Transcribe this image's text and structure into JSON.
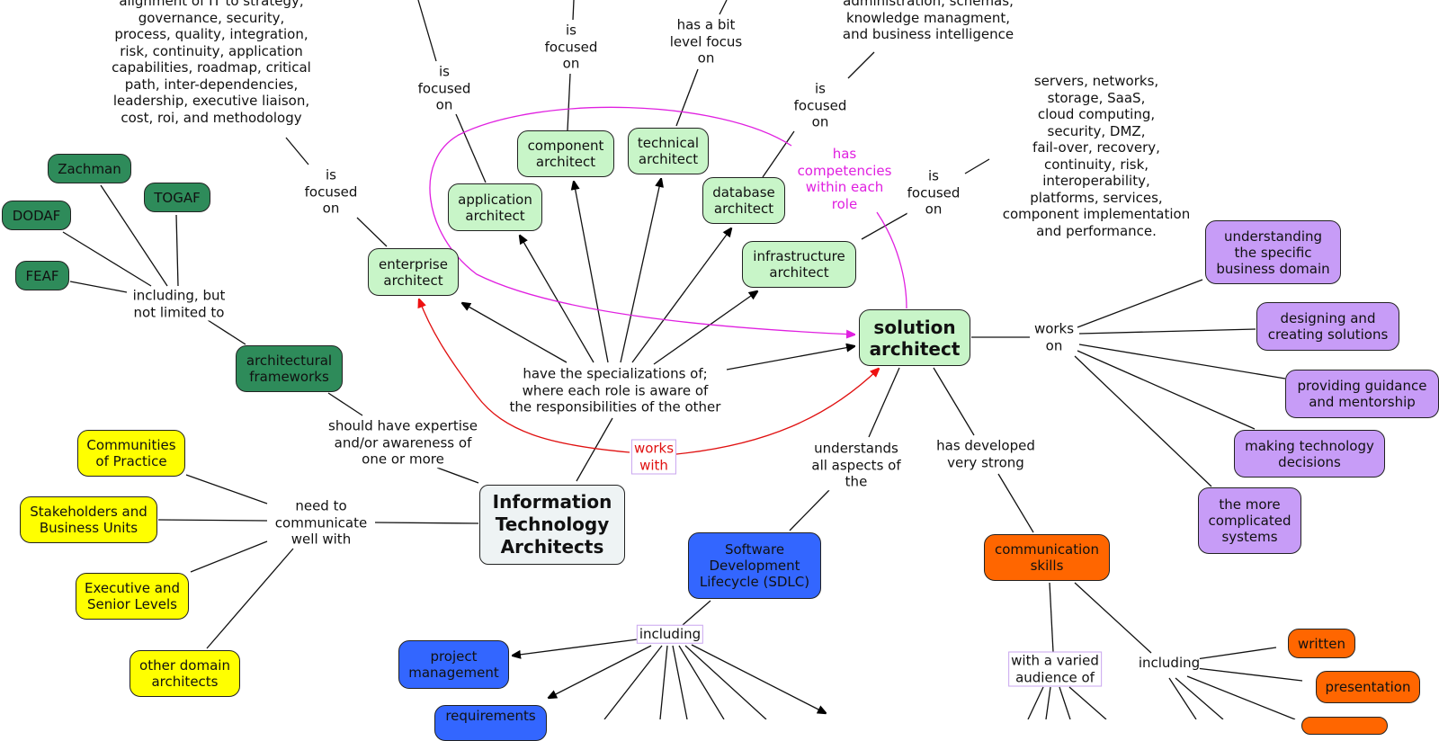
{
  "title": "Information Technology Architects concept map",
  "colors": {
    "specialist_node": "#c8f5c8",
    "framework_node": "#2e8b5a",
    "stakeholder_node": "#ffff00",
    "work_node": "#c79cf7",
    "sdlc_node": "#3366ff",
    "communication_node": "#ff6600",
    "root_node": "#eef3f4",
    "competency_link": "#e020e0",
    "works_with_link": "#e01010"
  },
  "root": {
    "label": "Information\nTechnology\nArchitects"
  },
  "architects": {
    "enterprise": "enterprise\narchitect",
    "application": "application\narchitect",
    "component": "component\narchitect",
    "technical": "technical\narchitect",
    "database": "database\narchitect",
    "infrastructure": "infrastructure\narchitect",
    "solution": "solution\narchitect"
  },
  "focus_texts": {
    "enterprise": "alignment of IT to strategy,\ngovernance, security,\nprocess, quality, integration,\nrisk, continuity, application\ncapabilities, roadmap, critical\npath, inter-dependencies,\nleadership, executive liaison,\ncost, roi, and methodology",
    "database": "administration, schemas,\nknowledge managment,\nand business intelligence",
    "infrastructure": "servers, networks,\nstorage, SaaS,\ncloud computing,\nsecurity, DMZ,\nfail-over, recovery,\ncontinuity, risk,\ninteroperability,\nplatforms, services,\ncomponent implementation\nand performance."
  },
  "link_labels": {
    "is_focused_on": "is\nfocused\non",
    "bit_level": "has a bit\nlevel focus\non",
    "specializations": "have the specializations of;\nwhere each role is aware of\nthe responsibilities of the other",
    "competencies": "has\ncompetencies\nwithin each\nrole",
    "works_with": "works\nwith",
    "works_on": "works\non",
    "understands": "understands\nall aspects of\nthe",
    "developed": "has developed\nvery strong",
    "expertise": "should have expertise\nand/or awareness of\none or more",
    "including_frameworks": "including, but\nnot limited to",
    "communicate": "need to\ncommunicate\nwell with",
    "sdlc_including": "including",
    "varied_audience": "with a varied\naudience of",
    "comm_including": "including"
  },
  "frameworks": {
    "parent": "architectural\nframeworks",
    "items": [
      "Zachman",
      "TOGAF",
      "DODAF",
      "FEAF"
    ]
  },
  "stakeholders": [
    "Communities\nof Practice",
    "Stakeholders and\nBusiness Units",
    "Executive and\nSenior Levels",
    "other domain\narchitects"
  ],
  "solution_work": [
    "understanding\nthe specific\nbusiness domain",
    "designing and\ncreating solutions",
    "providing guidance\nand mentorship",
    "making technology\ndecisions",
    "the more\ncomplicated\nsystems"
  ],
  "sdlc": {
    "label": "Software\nDevelopment\nLifecycle (SDLC)",
    "items": [
      "project\nmanagement",
      "requirements"
    ]
  },
  "communication": {
    "label": "communication\nskills",
    "items": [
      "written",
      "presentation"
    ]
  }
}
